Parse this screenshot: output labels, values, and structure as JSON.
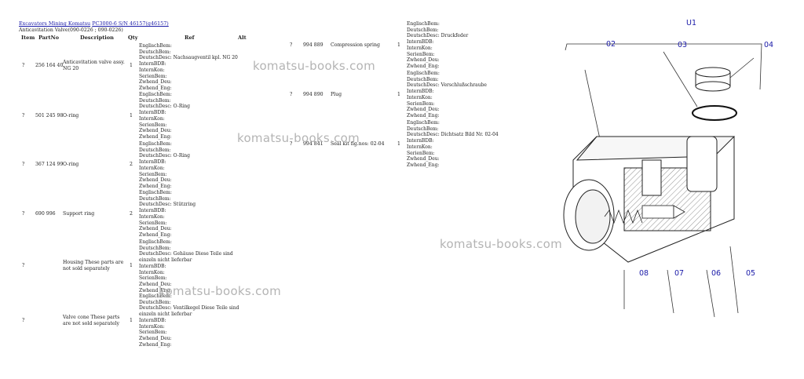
{
  "breadcrumb": {
    "part1": "Excavators Mining Komatsu",
    "part2": "PC3000-6 S/N 46157(g46157)"
  },
  "subtitle": "Anticavitation Valve(090-0226 ; 090-0226)",
  "table": {
    "headers": {
      "item": "Item",
      "partno": "PartNo",
      "description": "Description",
      "qty": "Qty",
      "ref": "Ref",
      "alt": "Alt"
    }
  },
  "rows_left": [
    {
      "item": "?",
      "partno": "256 164 40",
      "description": "Anticavitation valve assy. NG 20",
      "qty": "1",
      "meta": [
        "EnglischBem:",
        "DeutschBem:",
        "DeutschDesc: Nachsaugventil kpl. NG 20",
        "InternBDB:",
        "InternKon:",
        "SerienBem:",
        "Zwhend_Deu:",
        "Zwhend_Eng:"
      ]
    },
    {
      "item": "?",
      "partno": "501 245 98",
      "description": "O-ring",
      "qty": "1",
      "meta": [
        "EnglischBem:",
        "DeutschBem:",
        "DeutschDesc: O-Ring",
        "InternBDB:",
        "InternKon:",
        "SerienBem:",
        "Zwhend_Deu:",
        "Zwhend_Eng:"
      ]
    },
    {
      "item": "?",
      "partno": "367 124 99",
      "description": "O-ring",
      "qty": "2",
      "meta": [
        "EnglischBem:",
        "DeutschBem:",
        "DeutschDesc: O-Ring",
        "InternBDB:",
        "InternKon:",
        "SerienBem:",
        "Zwhend_Deu:",
        "Zwhend_Eng:"
      ]
    },
    {
      "item": "?",
      "partno": "690 996",
      "description": "Support ring",
      "qty": "2",
      "meta": [
        "EnglischBem:",
        "DeutschBem:",
        "DeutschDesc: Stützring",
        "InternBDB:",
        "InternKon:",
        "SerienBem:",
        "Zwhend_Deu:",
        "Zwhend_Eng:"
      ]
    },
    {
      "item": "?",
      "partno": "",
      "description": "Housing These parts are not sold separately",
      "qty": "1",
      "meta": [
        "EnglischBem:",
        "DeutschBem:",
        "DeutschDesc: Gehäuse Diese Teile sind",
        "einzeln nicht lieferbar",
        "InternBDB:",
        "InternKon:",
        "SerienBem:",
        "Zwhend_Deu:",
        "Zwhend_Eng:"
      ]
    },
    {
      "item": "?",
      "partno": "",
      "description": "Valve cone These parts are not sold separately",
      "qty": "1",
      "meta": [
        "EnglischBem:",
        "DeutschBem:",
        "DeutschDesc: Ventilkegel Diese Teile sind",
        "einzeln nicht lieferbar",
        "InternBDB:",
        "InternKon:",
        "SerienBem:",
        "Zwhend_Deu:",
        "Zwhend_Eng:"
      ]
    }
  ],
  "rows_right": [
    {
      "item": "?",
      "partno": "994 889",
      "description": "Compression spring",
      "qty": "1",
      "meta": [
        "EnglischBem:",
        "DeutschBem:",
        "DeutschDesc: Druckfeder",
        "InternBDB:",
        "InternKon:",
        "SerienBem:",
        "Zwhend_Deu:",
        "Zwhend_Eng:"
      ]
    },
    {
      "item": "?",
      "partno": "994 890",
      "description": "Plug",
      "qty": "1",
      "meta": [
        "EnglischBem:",
        "DeutschBem:",
        "DeutschDesc: Verschlußschraube",
        "InternBDB:",
        "InternKon:",
        "SerienBem:",
        "Zwhend_Deu:",
        "Zwhend_Eng:"
      ]
    },
    {
      "item": "?",
      "partno": "994 841",
      "description": "Seal kit fig.nos: 02-04",
      "qty": "1",
      "meta": [
        "EnglischBem:",
        "DeutschBem:",
        "DeutschDesc: Dichtsatz Bild Nr. 02-04",
        "InternBDB:",
        "InternKon:",
        "SerienBem:",
        "Zwhend_Deu:",
        "Zwhend_Eng:"
      ]
    }
  ],
  "watermark": "komatsu-books.com",
  "diagram_labels": {
    "u1": "U1",
    "l02": "02",
    "l03": "03",
    "l04": "04",
    "l08": "08",
    "l07": "07",
    "l06": "06",
    "l05": "05"
  }
}
